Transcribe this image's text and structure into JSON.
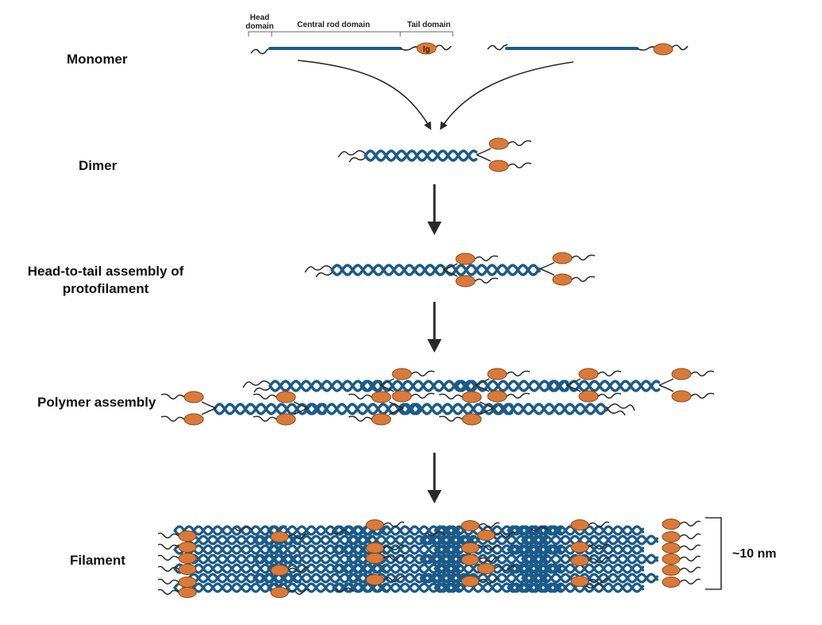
{
  "stages": {
    "monomer": "Monomer",
    "dimer": "Dimer",
    "protofilament_line1": "Head-to-tail assembly of",
    "protofilament_line2": "protofilament",
    "polymer": "Polymer assembly",
    "filament": "Filament"
  },
  "domains": {
    "head_line1": "Head",
    "head_line2": "domain",
    "rod": "Central rod domain",
    "tail": "Tail domain",
    "ig": "Ig"
  },
  "scale": "~10 nm",
  "colors": {
    "rod": "#1a5b8a",
    "globule": "#d97a3a",
    "globule_stroke": "#8a4a1c",
    "tail_line": "#2b2b2b",
    "arrow": "#2a2a2a"
  }
}
